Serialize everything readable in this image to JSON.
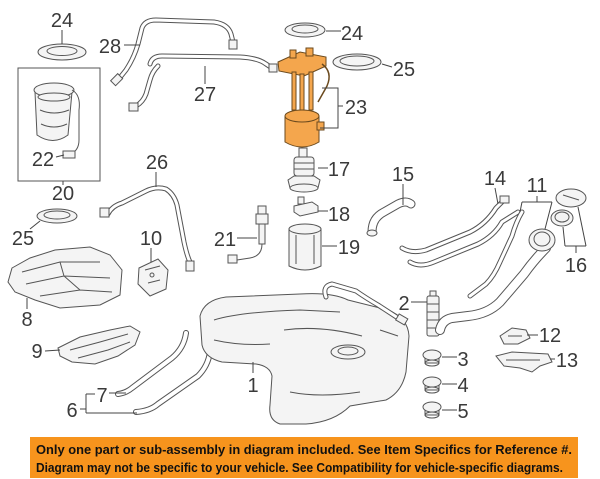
{
  "diagram": {
    "highlight_color": "#f4a64d",
    "line_color": "#555555",
    "callouts": [
      "24",
      "28",
      "24",
      "25",
      "27",
      "23",
      "22",
      "20",
      "25",
      "17",
      "26",
      "15",
      "14",
      "11",
      "18",
      "10",
      "21",
      "19",
      "16",
      "2",
      "8",
      "12",
      "9",
      "3",
      "13",
      "1",
      "4",
      "7",
      "6",
      "5"
    ]
  },
  "notice": {
    "background": "#f7941d",
    "line1": "Only one part or sub-assembly in diagram included. See Item Specifics for Reference #.",
    "line2": "Diagram may not be specific to your vehicle. See Compatibility for vehicle-specific diagrams."
  }
}
